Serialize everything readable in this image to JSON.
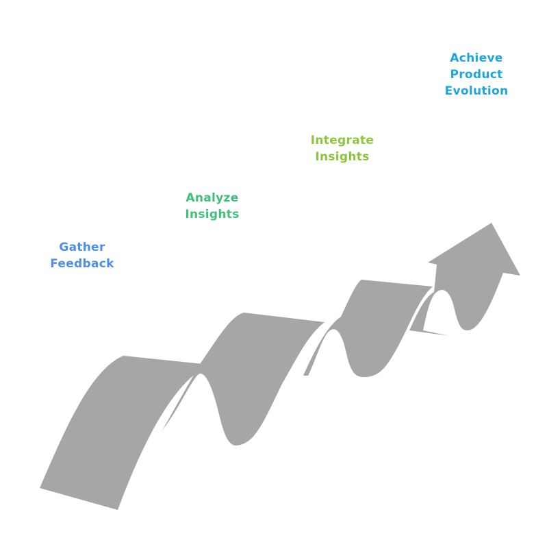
{
  "steps": [
    {
      "lines": [
        "Gather",
        "Feedback"
      ],
      "color": "#4f8ee6"
    },
    {
      "lines": [
        "Analyze",
        "Insights"
      ],
      "color": "#3fbf7a"
    },
    {
      "lines": [
        "Integrate",
        "Insights"
      ],
      "color": "#8cc43c"
    },
    {
      "lines": [
        "Achieve",
        "Product",
        "Evolution"
      ],
      "color": "#1ea6dc"
    }
  ],
  "arrow": {
    "fill": "#a6a6a6",
    "icon": "wavy-growth-arrow"
  }
}
